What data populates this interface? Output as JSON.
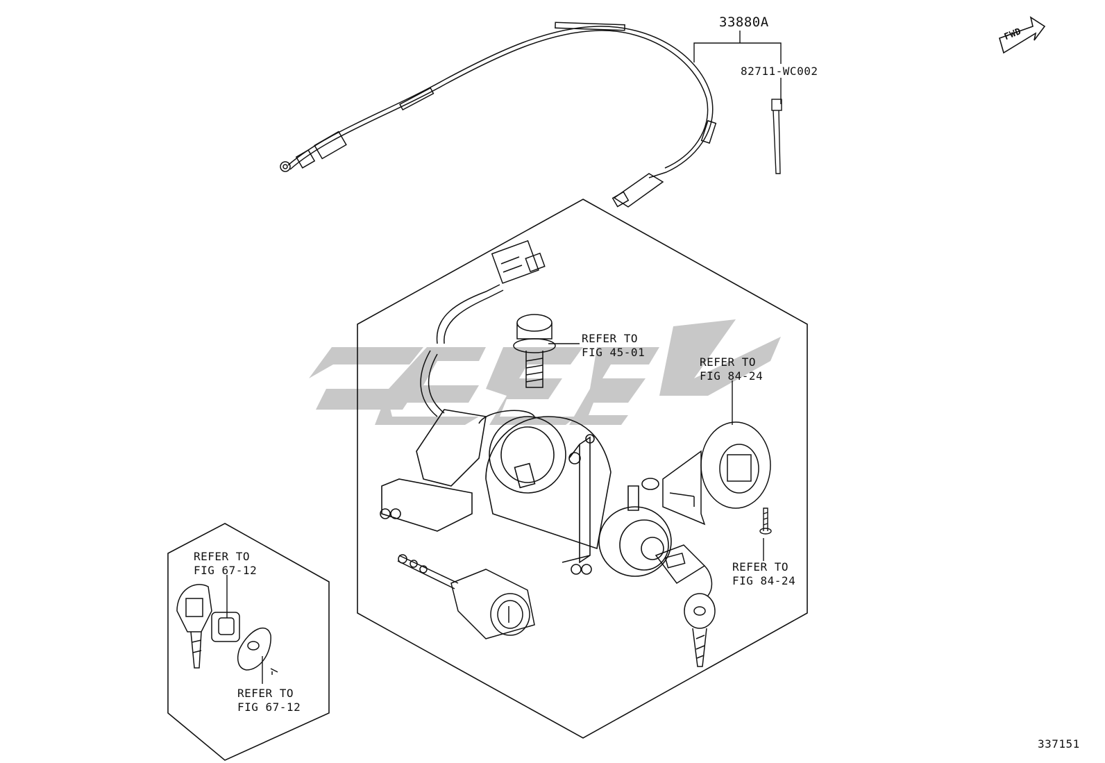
{
  "labels": {
    "top_part": "33880A",
    "clip_part": "82711-WC002",
    "fwd": "FWD",
    "fig_code": "337151",
    "ref_45": {
      "line1": "REFER TO",
      "line2": "FIG 45-01"
    },
    "ref_84_ring": {
      "line1": "REFER TO",
      "line2": "FIG 84-24"
    },
    "ref_84_screw": {
      "line1": "REFER TO",
      "line2": "FIG 84-24"
    },
    "ref_67_key": {
      "line1": "REFER TO",
      "line2": "FIG 67-12"
    },
    "ref_67_cover": {
      "line1": "REFER TO",
      "line2": "FIG 67-12"
    }
  },
  "colors": {
    "line": "#111111",
    "watermark": "#c8c8c8",
    "background": "#ffffff"
  },
  "icons": [
    "fwd-arrow-icon",
    "key-icon",
    "bolt-icon",
    "screw-icon",
    "connector-icon"
  ]
}
